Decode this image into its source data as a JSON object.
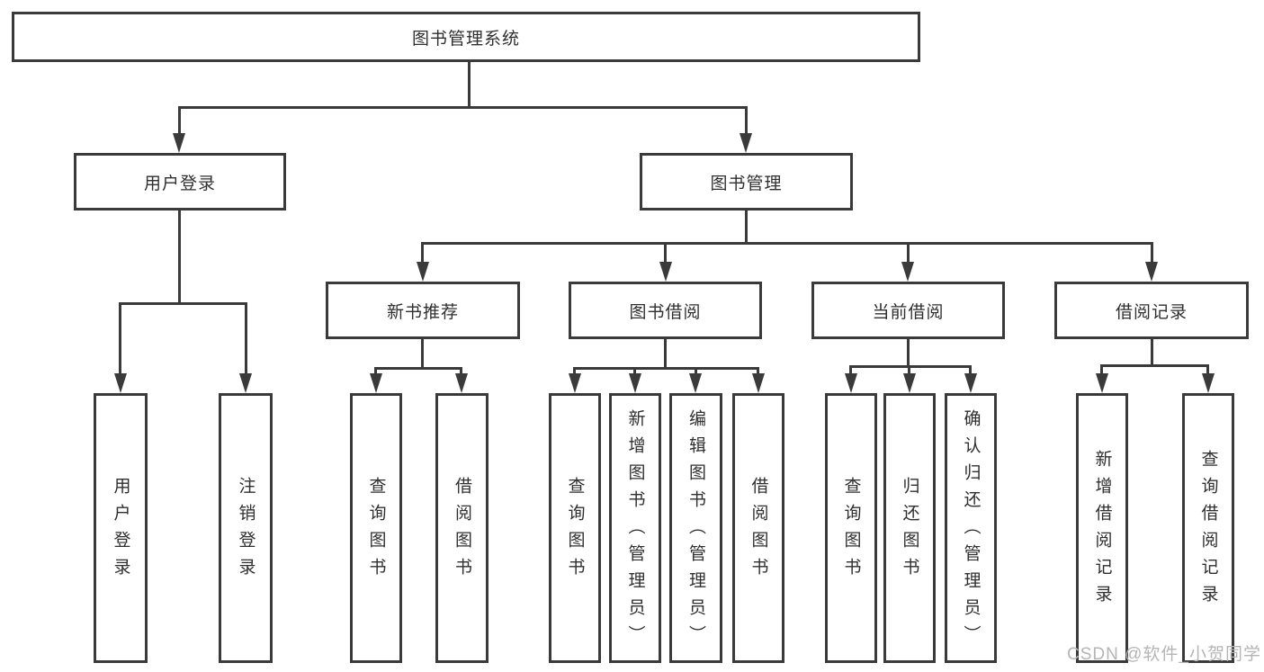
{
  "tree": {
    "root": "图书管理系统",
    "user_login": {
      "label": "用户登录",
      "children": [
        "用户登录",
        "注销登录"
      ]
    },
    "book_management": {
      "label": "图书管理",
      "sections": {
        "new_books": {
          "label": "新书推荐",
          "children": [
            "查询图书",
            "借阅图书"
          ]
        },
        "book_borrowing": {
          "label": "图书借阅",
          "children": [
            "查询图书",
            "新增图书（管理员）",
            "编辑图书（管理员）",
            "借阅图书"
          ]
        },
        "current_borrowing": {
          "label": "当前借阅",
          "children": [
            "查询图书",
            "归还图书",
            "确认归还（管理员）"
          ]
        },
        "borrowing_records": {
          "label": "借阅记录",
          "children": [
            "新增借阅记录",
            "查询借阅记录"
          ]
        }
      }
    }
  },
  "watermark": {
    "text": "CSDN @软件_小贺同学"
  },
  "colors": {
    "line": "#3a3a3a",
    "text": "#2f2f2f",
    "watermark": "#b5b5b5",
    "background": "#ffffff"
  }
}
